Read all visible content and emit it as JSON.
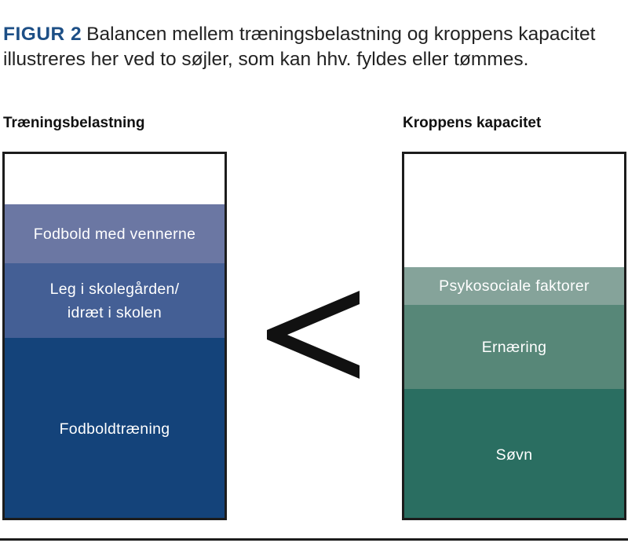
{
  "caption": {
    "label": "FIGUR 2",
    "text": "Balancen mellem træningsbelastning og kroppens kapacitet illustreres her ved to søjler, som kan hhv. fyldes eller tømmes."
  },
  "left_column": {
    "title": "Træningsbelastning",
    "segments": [
      {
        "line1": "Fodbold med vennerne",
        "line2": "",
        "color": "#6b77a3"
      },
      {
        "line1": "Leg i skolegården/",
        "line2": "idræt i skolen",
        "color": "#445f95"
      },
      {
        "line1": "Fodboldtræning",
        "line2": "",
        "color": "#14437a"
      }
    ]
  },
  "right_column": {
    "title": "Kroppens kapacitet",
    "segments": [
      {
        "line1": "Psykosociale faktorer",
        "line2": "",
        "color": "#85a39a"
      },
      {
        "line1": "Ernæring",
        "line2": "",
        "color": "#578778"
      },
      {
        "line1": "Søvn",
        "line2": "",
        "color": "#2a6e61"
      }
    ]
  },
  "comparison": {
    "symbol": "less-than",
    "color": "#111111"
  }
}
